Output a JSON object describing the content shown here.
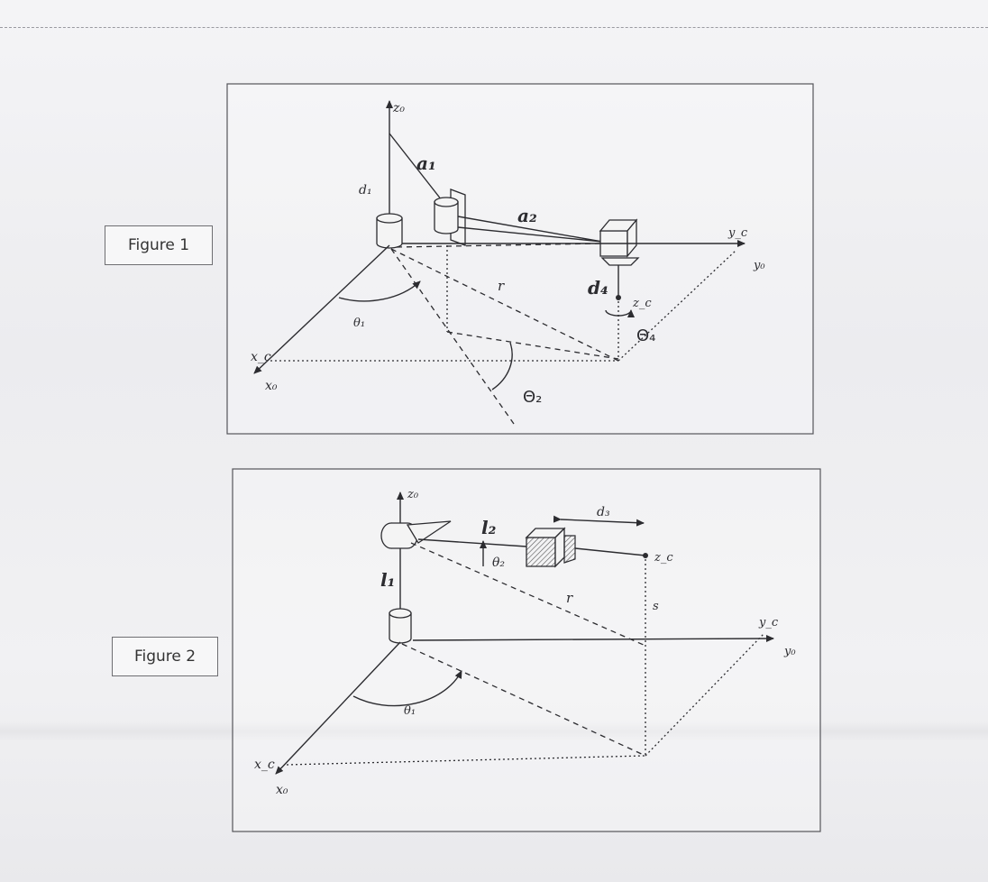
{
  "figures": [
    {
      "label": "Figure 1",
      "symbols": {
        "z0": "z₀",
        "a1": "a₁",
        "d1": "d₁",
        "a2": "a₂",
        "yc": "y_c",
        "y0": "y₀",
        "r": "r",
        "d4": "d₄",
        "zc": "z_c",
        "theta1": "θ₁",
        "theta4": "Θ₄",
        "xc": "x_c",
        "x0": "x₀",
        "theta2": "Θ₂"
      }
    },
    {
      "label": "Figure 2",
      "symbols": {
        "z0": "z₀",
        "l2": "l₂",
        "d3": "d₃",
        "zc": "z_c",
        "theta2": "θ₂",
        "l1": "l₁",
        "r": "r",
        "s": "s",
        "yc": "y_c",
        "y0": "y₀",
        "theta1": "θ₁",
        "xc": "x_c",
        "x0": "x₀"
      }
    }
  ]
}
